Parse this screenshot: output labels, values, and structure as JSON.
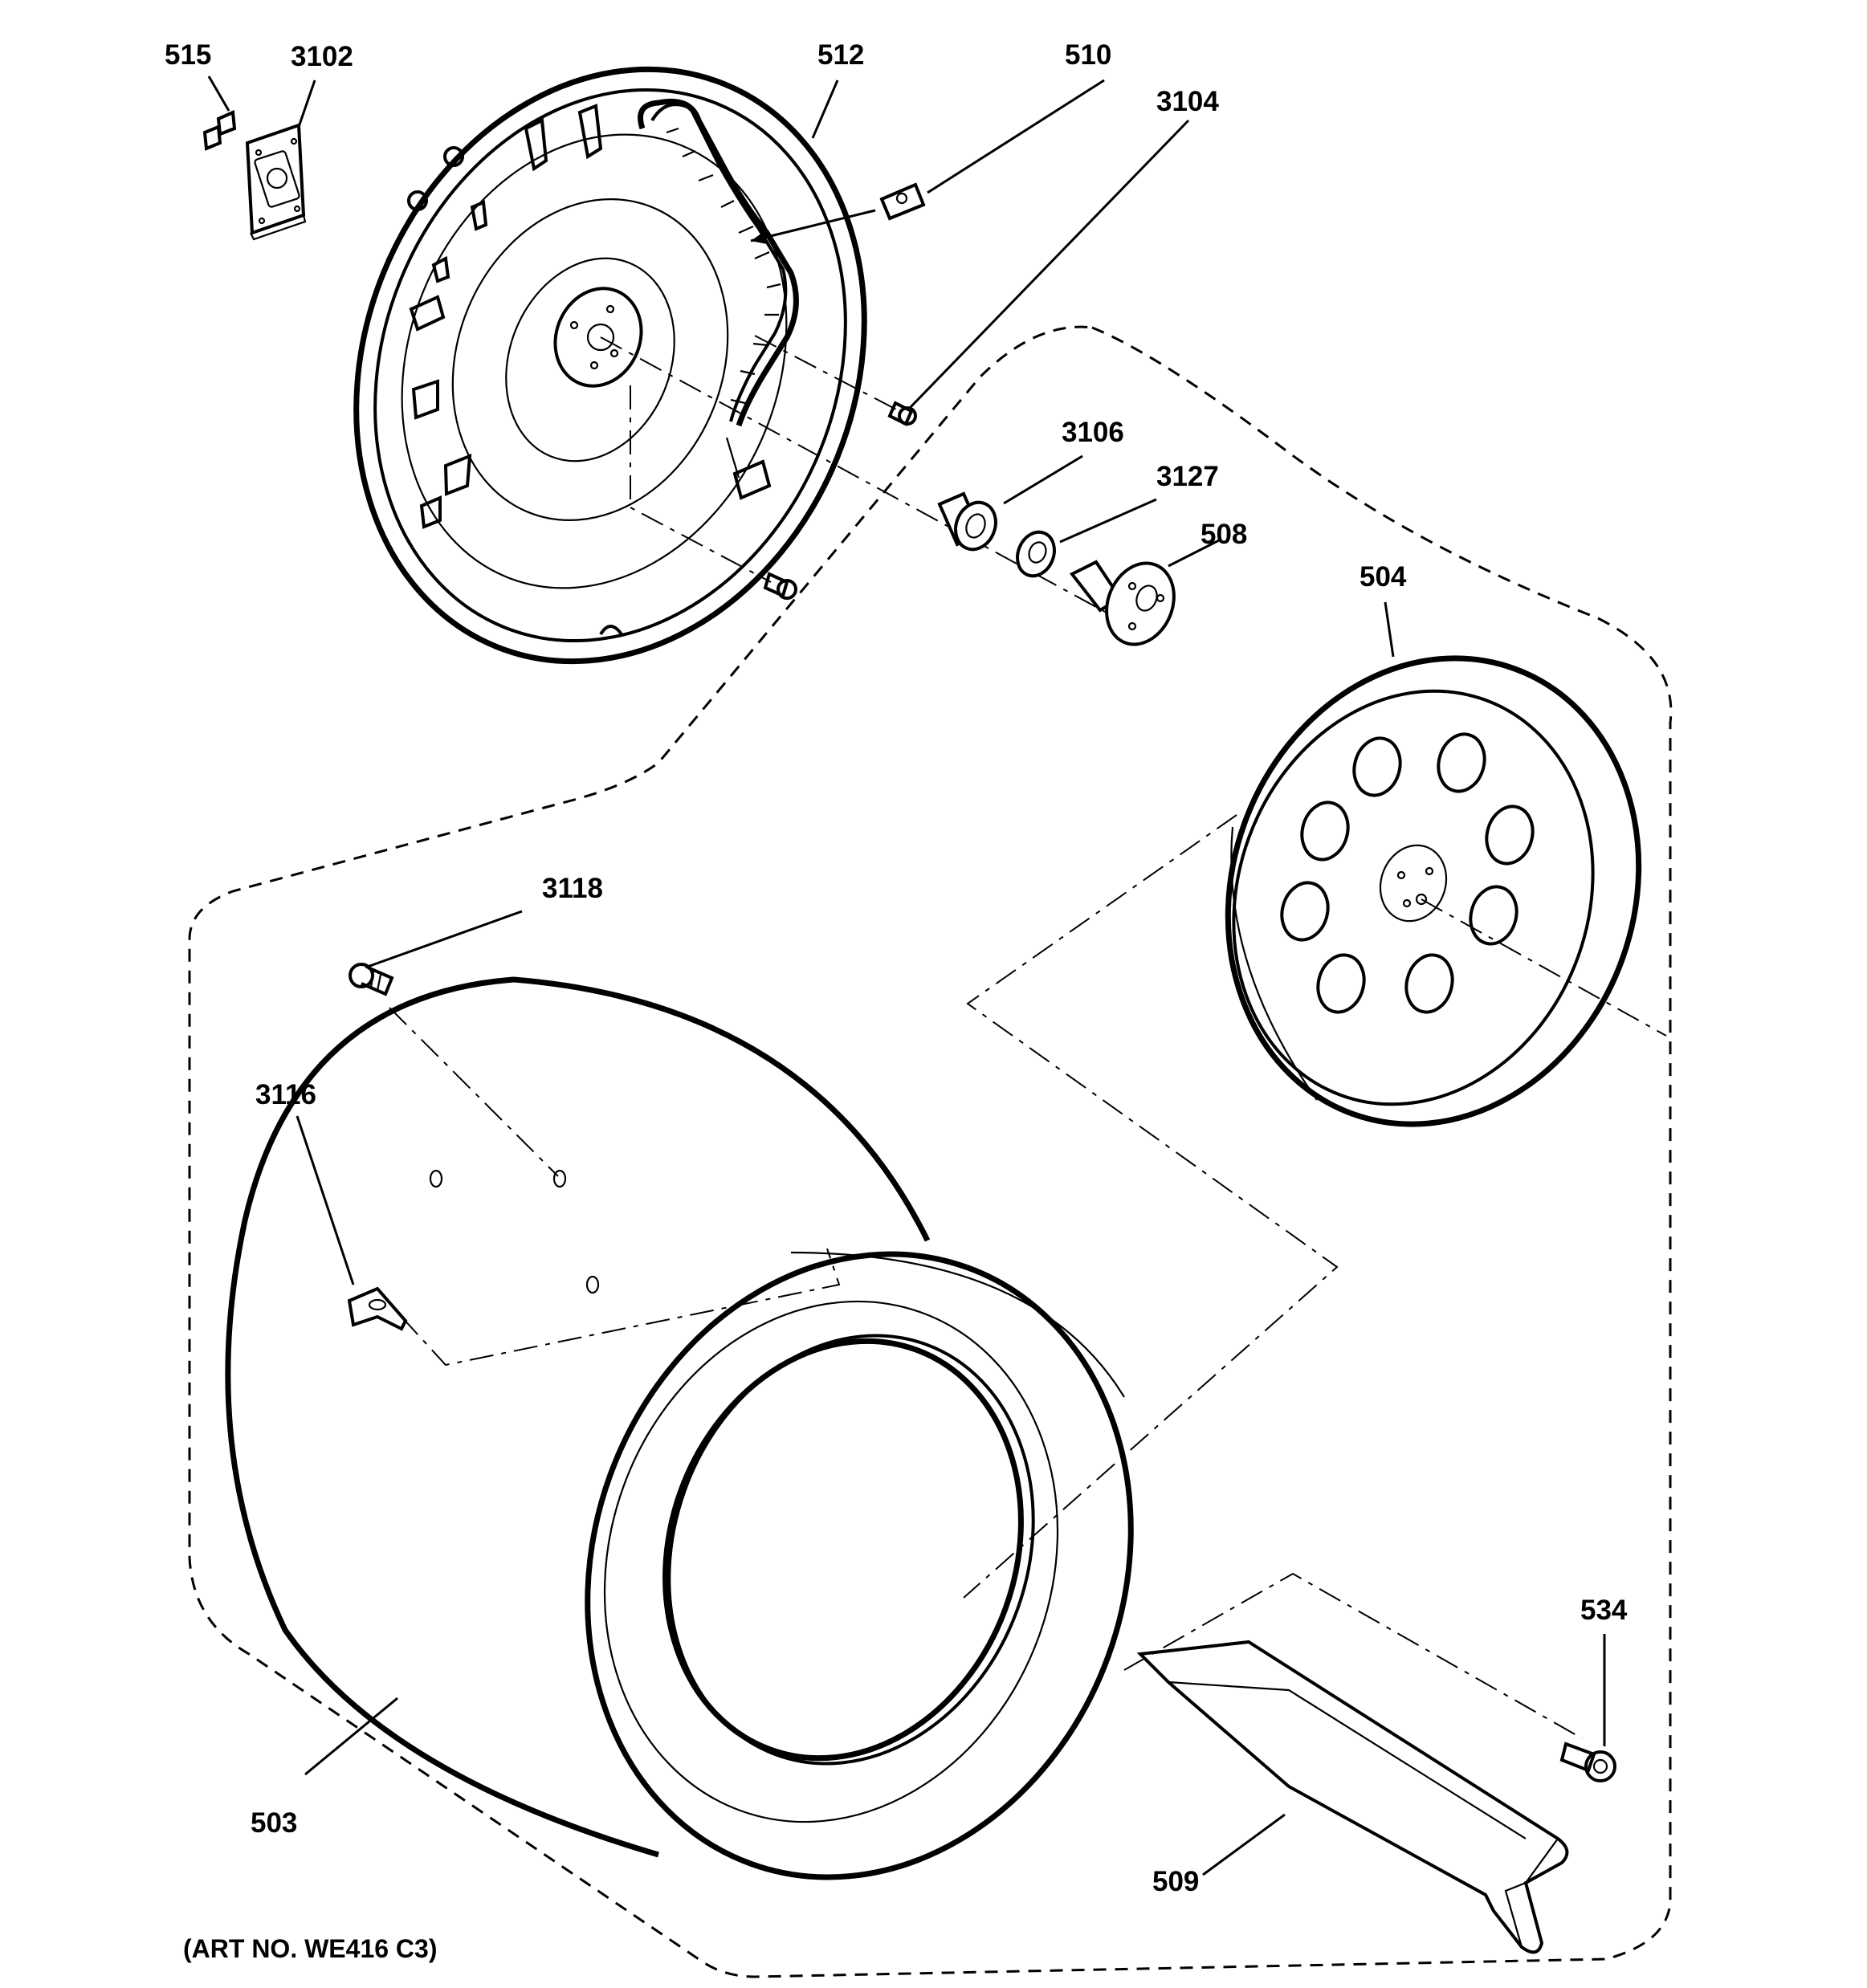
{
  "diagram": {
    "callouts": {
      "p515": "515",
      "p3102": "3102",
      "p512": "512",
      "p510": "510",
      "p3104": "3104",
      "p3106": "3106",
      "p3127": "3127",
      "p508": "508",
      "p504": "504",
      "p3118": "3118",
      "p3116": "3116",
      "p534": "534",
      "p503": "503",
      "p509": "509"
    },
    "art_number": "(ART NO. WE416 C3)"
  }
}
